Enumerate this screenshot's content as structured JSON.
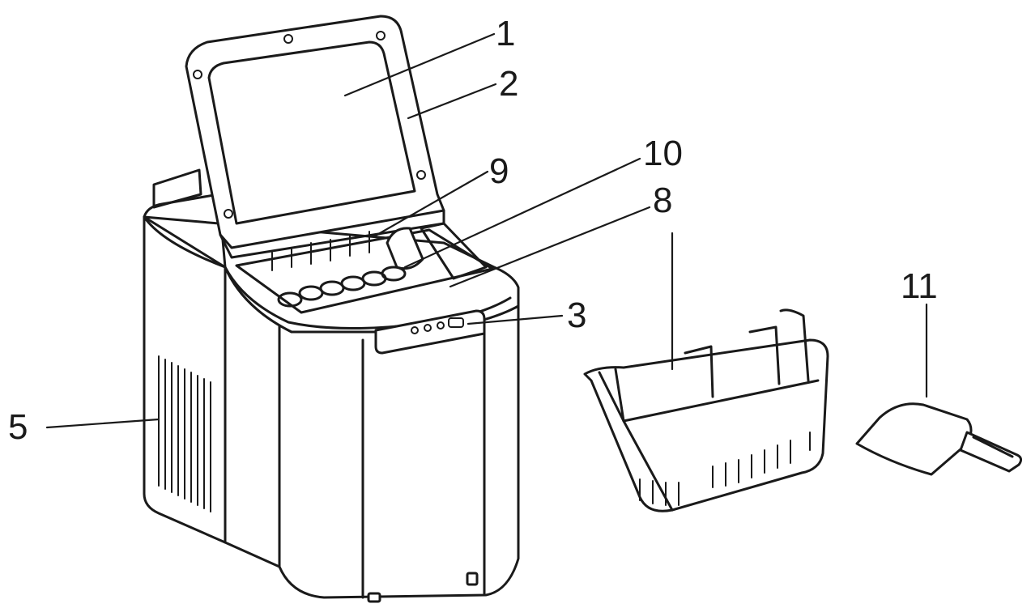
{
  "callouts": [
    {
      "id": "c1",
      "label": "1"
    },
    {
      "id": "c2",
      "label": "2"
    },
    {
      "id": "c3",
      "label": "3"
    },
    {
      "id": "c5",
      "label": "5"
    },
    {
      "id": "c8",
      "label": "8"
    },
    {
      "id": "c9",
      "label": "9"
    },
    {
      "id": "c10",
      "label": "10"
    },
    {
      "id": "c11",
      "label": "11"
    }
  ],
  "colors": {
    "line": "#1a1a1a",
    "background": "#ffffff"
  }
}
